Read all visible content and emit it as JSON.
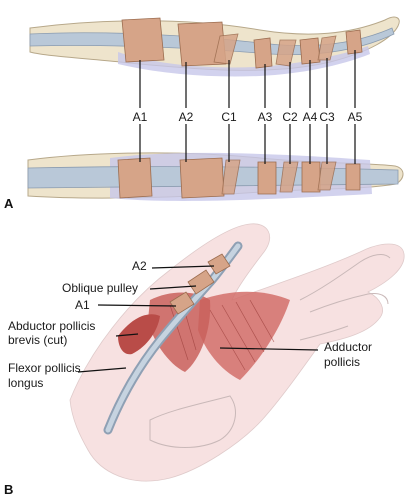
{
  "panel_a": {
    "letter": "A",
    "pulleys": [
      "A1",
      "A2",
      "C1",
      "A3",
      "C2",
      "A4",
      "C3",
      "A5"
    ]
  },
  "panel_b": {
    "letter": "B",
    "labels": {
      "a2": "A2",
      "oblique": "Oblique pulley",
      "a1": "A1",
      "abductor_line1": "Abductor pollicis",
      "abductor_line2": "brevis (cut)",
      "flexor_line1": "Flexor pollicis",
      "flexor_line2": "longus",
      "adductor_line1": "Adductor",
      "adductor_line2": "pollicis"
    }
  },
  "colors": {
    "bone": "#eee4cc",
    "tendon": "#b9c8d8",
    "pulley": "#d6a488",
    "synovium": "#c7c7ea",
    "muscle": "#d26f6a",
    "skin": "#f2c9c9"
  }
}
